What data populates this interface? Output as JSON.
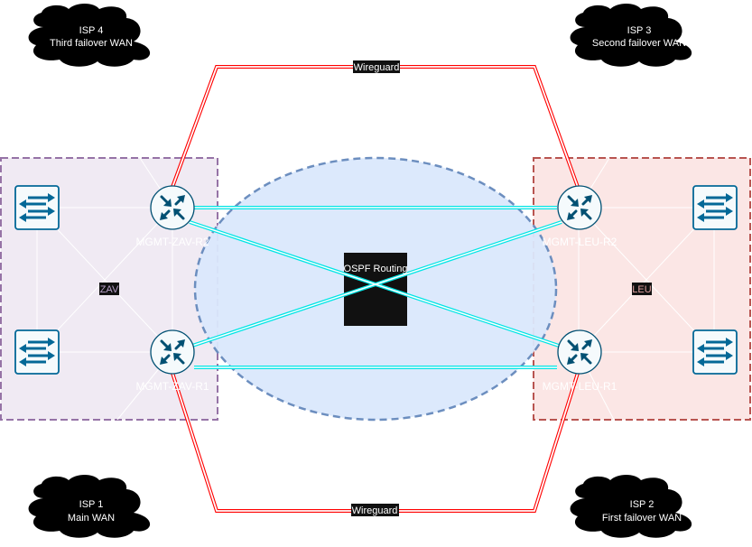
{
  "clouds": {
    "isp4": {
      "line1": "ISP 4",
      "line2": "Third failover WAN"
    },
    "isp3": {
      "line1": "ISP 3",
      "line2": "Second failover WAN"
    },
    "isp1": {
      "line1": "ISP 1",
      "line2": "Main WAN"
    },
    "isp2": {
      "line1": "ISP 2",
      "line2": "First failover WAN"
    }
  },
  "sites": {
    "left": {
      "label": "ZAV"
    },
    "right": {
      "label": "LEU"
    }
  },
  "routers": {
    "zav_r2": "MGMT-ZAV-R2",
    "zav_r1": "MGMT-ZAV-R1",
    "leu_r2": "MGMT-LEU-R2",
    "leu_r1": "MGMT-LEU-R1"
  },
  "links": {
    "top": "Wireguard",
    "bottom": "Wireguard"
  },
  "center": {
    "label": "OSPF Routing"
  },
  "colors": {
    "left_zone_fill": "#e1d5e7",
    "left_zone_border": "#9673a6",
    "right_zone_fill": "#f8cecc",
    "right_zone_border": "#b85450",
    "ellipse_fill": "#dae8fc",
    "ellipse_border": "#6c8ebf",
    "router_icon": "#005073",
    "switch_icon": "#036897",
    "wireguard_line": "#ff0000",
    "tunnel_line": "#00e5e5"
  }
}
